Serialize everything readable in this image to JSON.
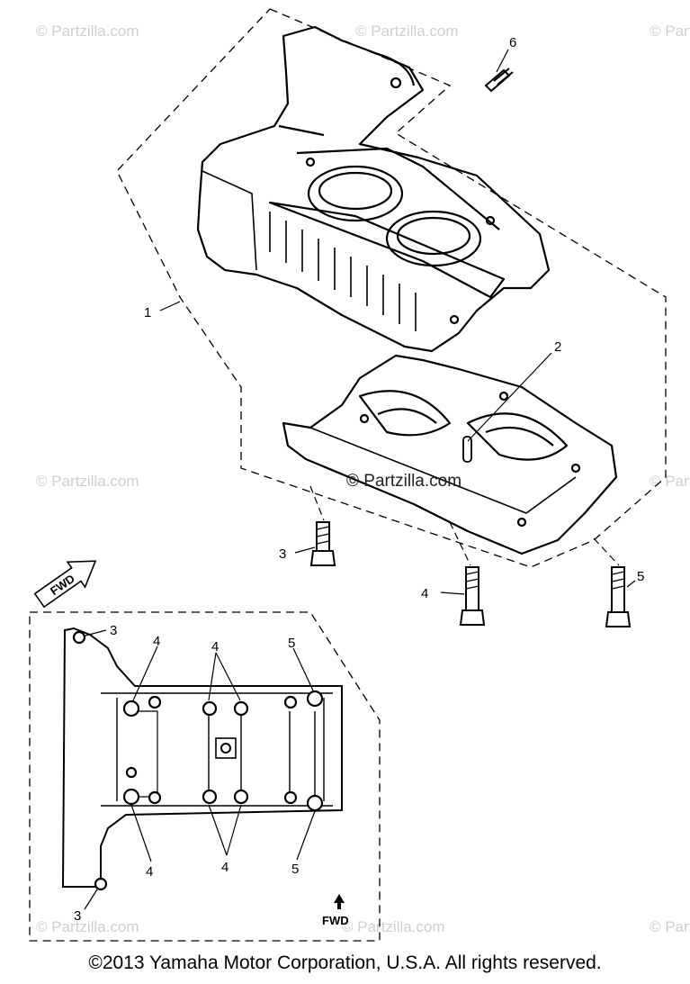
{
  "watermark": "© Partzilla.com",
  "copyright": "©2013  Yamaha Motor Corporation, U.S.A. All rights reserved.",
  "callouts": {
    "c1": "1",
    "c2": "2",
    "c3": "3",
    "c4": "4",
    "c5": "5",
    "c6": "6"
  },
  "fwd_label": "FWD"
}
